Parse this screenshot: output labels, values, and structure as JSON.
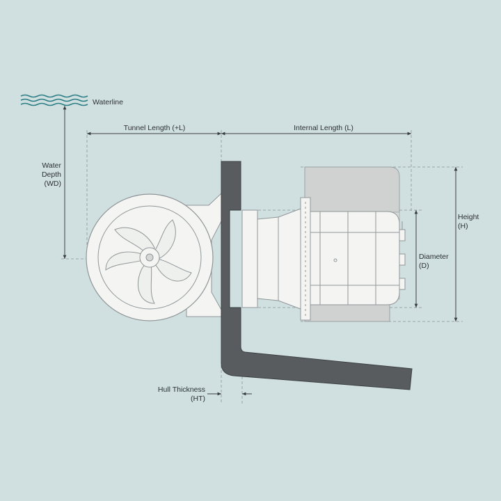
{
  "colors": {
    "background": "#d0e0e0",
    "hull": "#595c5e",
    "thruster_body": "#f4f5f3",
    "motor_shadow": "#cfd2d1",
    "waterline": "#2a7d84",
    "text": "#2b2f33"
  },
  "labels": {
    "waterline": "Waterline",
    "tunnel_length": "Tunnel Length (+L)",
    "internal_length": "Internal Length (L)",
    "water_depth_1": "Water",
    "water_depth_2": "Depth",
    "water_depth_3": "(WD)",
    "height_1": "Height",
    "height_2": "(H)",
    "diameter_1": "Diameter",
    "diameter_2": "(D)",
    "hull_thickness_1": "Hull Thickness",
    "hull_thickness_2": "(HT)"
  },
  "icons": {
    "waterline": "wave-lines-icon",
    "propeller": "propeller-icon"
  }
}
